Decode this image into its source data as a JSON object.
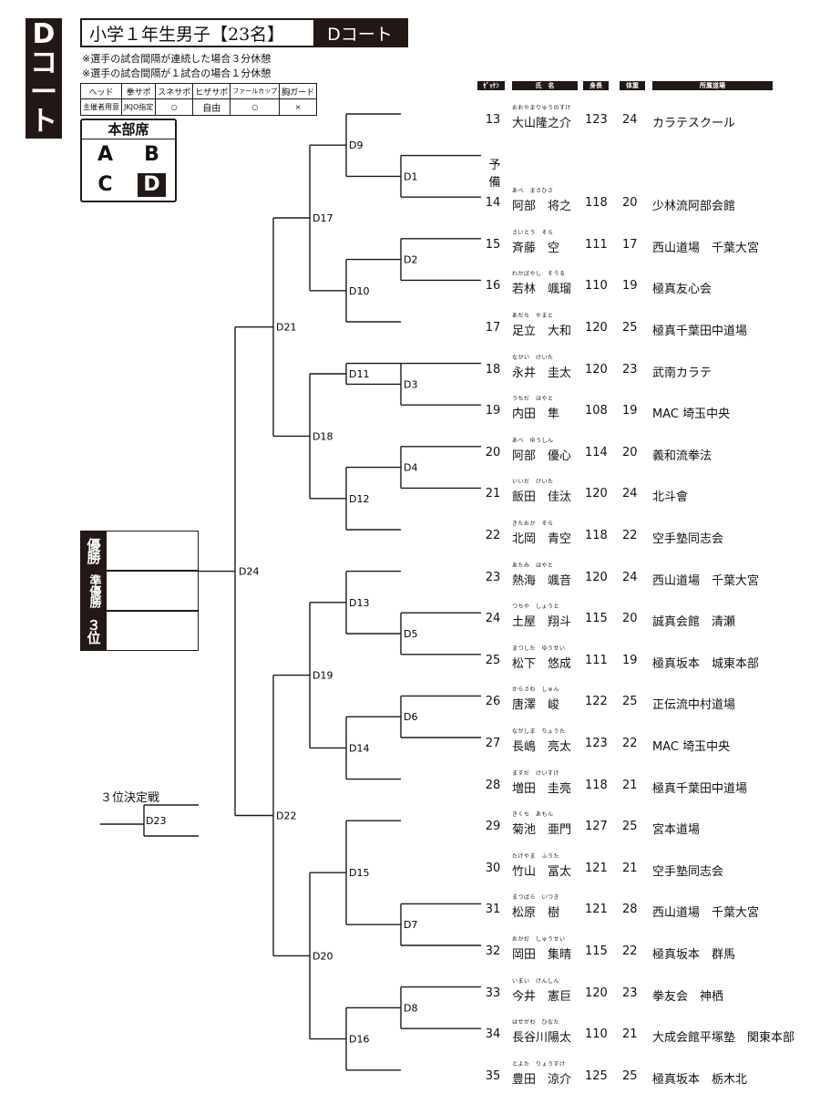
{
  "court_side_chars": [
    "D",
    "コ",
    "ー",
    "ト"
  ],
  "title": {
    "main": "小学１年生男子【23名】",
    "court": "Dコート"
  },
  "notes": [
    "※選手の試合間隔が連続した場合３分休憩",
    "※選手の試合間隔が１試合の場合１分休憩"
  ],
  "equipment": {
    "headers": [
      "ヘッド",
      "拳サポ",
      "スネサポ",
      "ヒザサポ",
      "ファールカップ",
      "胸ガード"
    ],
    "values": [
      "主催者用意",
      "JKJO指定",
      "○",
      "自由",
      "○",
      "×"
    ]
  },
  "honbu": {
    "title": "本部席",
    "cells": [
      "A",
      "B",
      "C",
      "D"
    ],
    "selected": "D"
  },
  "results": {
    "first": "優勝",
    "second": "準優勝",
    "third": "３位"
  },
  "third_place_label": "３位決定戦",
  "columns": {
    "zekken": "ｾﾞｯｹﾝ",
    "name": "氏　名",
    "height": "身長",
    "weight": "体重",
    "dojo": "所属道場"
  },
  "reserve_label": "予　備",
  "entries": [
    {
      "num": "13",
      "ruby": "おおやまりゅうのすけ",
      "name": "大山隆之介",
      "height": "123",
      "weight": "24",
      "dojo": "カラテスクール"
    },
    {
      "num": "14",
      "ruby": "あべ　まさひさ",
      "name": "阿部　将之",
      "height": "118",
      "weight": "20",
      "dojo": "少林流阿部会館"
    },
    {
      "num": "15",
      "ruby": "さいとう　そら",
      "name": "斉藤　空",
      "height": "111",
      "weight": "17",
      "dojo": "西山道場　千葉大宮"
    },
    {
      "num": "16",
      "ruby": "わかばやし　そうる",
      "name": "若林　颯瑠",
      "height": "110",
      "weight": "19",
      "dojo": "極真友心会"
    },
    {
      "num": "17",
      "ruby": "あだち　やまと",
      "name": "足立　大和",
      "height": "120",
      "weight": "25",
      "dojo": "極真千葉田中道場"
    },
    {
      "num": "18",
      "ruby": "ながい　けいた",
      "name": "永井　圭太",
      "height": "120",
      "weight": "23",
      "dojo": "武南カラテ"
    },
    {
      "num": "19",
      "ruby": "うちだ　はやと",
      "name": "内田　隼",
      "height": "108",
      "weight": "19",
      "dojo": "MAC 埼玉中央"
    },
    {
      "num": "20",
      "ruby": "あべ　ゆうしん",
      "name": "阿部　優心",
      "height": "114",
      "weight": "20",
      "dojo": "義和流拳法"
    },
    {
      "num": "21",
      "ruby": "いいだ　けいた",
      "name": "飯田　佳汰",
      "height": "120",
      "weight": "24",
      "dojo": "北斗會"
    },
    {
      "num": "22",
      "ruby": "きたおか　そら",
      "name": "北岡　青空",
      "height": "118",
      "weight": "22",
      "dojo": "空手塾同志会"
    },
    {
      "num": "23",
      "ruby": "あたみ　はやと",
      "name": "熱海　颯音",
      "height": "120",
      "weight": "24",
      "dojo": "西山道場　千葉大宮"
    },
    {
      "num": "24",
      "ruby": "つちや　しょうと",
      "name": "土屋　翔斗",
      "height": "115",
      "weight": "20",
      "dojo": "誠真会館　清瀬"
    },
    {
      "num": "25",
      "ruby": "まつした　ゆうせい",
      "name": "松下　悠成",
      "height": "111",
      "weight": "19",
      "dojo": "極真坂本　城東本部"
    },
    {
      "num": "26",
      "ruby": "からさわ　しゅん",
      "name": "唐澤　峻",
      "height": "122",
      "weight": "25",
      "dojo": "正伝流中村道場"
    },
    {
      "num": "27",
      "ruby": "ながしま　りょうた",
      "name": "長嶋　亮太",
      "height": "123",
      "weight": "22",
      "dojo": "MAC 埼玉中央"
    },
    {
      "num": "28",
      "ruby": "ますだ　けいすけ",
      "name": "増田　圭亮",
      "height": "118",
      "weight": "21",
      "dojo": "極真千葉田中道場"
    },
    {
      "num": "29",
      "ruby": "きくち　あもん",
      "name": "菊池　亜門",
      "height": "127",
      "weight": "25",
      "dojo": "宮本道場"
    },
    {
      "num": "30",
      "ruby": "たけやま　ふうた",
      "name": "竹山　冨太",
      "height": "121",
      "weight": "21",
      "dojo": "空手塾同志会"
    },
    {
      "num": "31",
      "ruby": "まつばら　いつき",
      "name": "松原　樹",
      "height": "121",
      "weight": "28",
      "dojo": "西山道場　千葉大宮"
    },
    {
      "num": "32",
      "ruby": "おかだ　しゅうせい",
      "name": "岡田　集晴",
      "height": "115",
      "weight": "22",
      "dojo": "極真坂本　群馬"
    },
    {
      "num": "33",
      "ruby": "いまい　けんしん",
      "name": "今井　憲巨",
      "height": "120",
      "weight": "23",
      "dojo": "拳友会　神栖"
    },
    {
      "num": "34",
      "ruby": "はせがわ　ひなた",
      "name": "長谷川陽太",
      "height": "110",
      "weight": "21",
      "dojo": "大成会館平塚塾　関東本部"
    },
    {
      "num": "35",
      "ruby": "とよた　りょうすけ",
      "name": "豊田　涼介",
      "height": "125",
      "weight": "25",
      "dojo": "極真坂本　栃木北"
    }
  ],
  "match_labels": [
    "D1",
    "D2",
    "D3",
    "D4",
    "D5",
    "D6",
    "D7",
    "D8",
    "D9",
    "D10",
    "D11",
    "D12",
    "D13",
    "D14",
    "D15",
    "D16",
    "D17",
    "D18",
    "D19",
    "D20",
    "D21",
    "D22",
    "D23",
    "D24"
  ]
}
